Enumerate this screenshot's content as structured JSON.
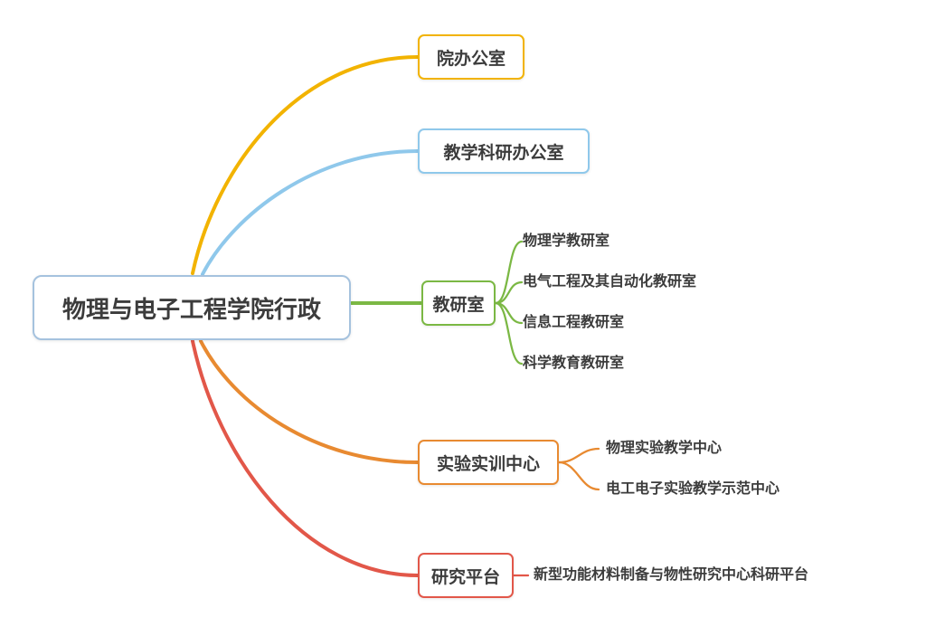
{
  "root": {
    "label": "物理与电子工程学院行政",
    "border_color": "#a5c2de"
  },
  "branches": [
    {
      "label": "院办公室",
      "color": "#f2b300",
      "children": []
    },
    {
      "label": "教学科研办公室",
      "color": "#8fc8eb",
      "children": []
    },
    {
      "label": "教研室",
      "color": "#7bb844",
      "children": [
        {
          "label": "物理学教研室"
        },
        {
          "label": "电气工程及其自动化教研室"
        },
        {
          "label": "信息工程教研室"
        },
        {
          "label": "科学教育教研室"
        }
      ]
    },
    {
      "label": "实验实训中心",
      "color": "#e88a31",
      "children": [
        {
          "label": "物理实验教学中心"
        },
        {
          "label": "电工电子实验教学示范中心"
        }
      ]
    },
    {
      "label": "研究平台",
      "color": "#e25749",
      "children": [
        {
          "label": "新型功能材料制备与物性研究中心科研平台"
        }
      ]
    }
  ]
}
